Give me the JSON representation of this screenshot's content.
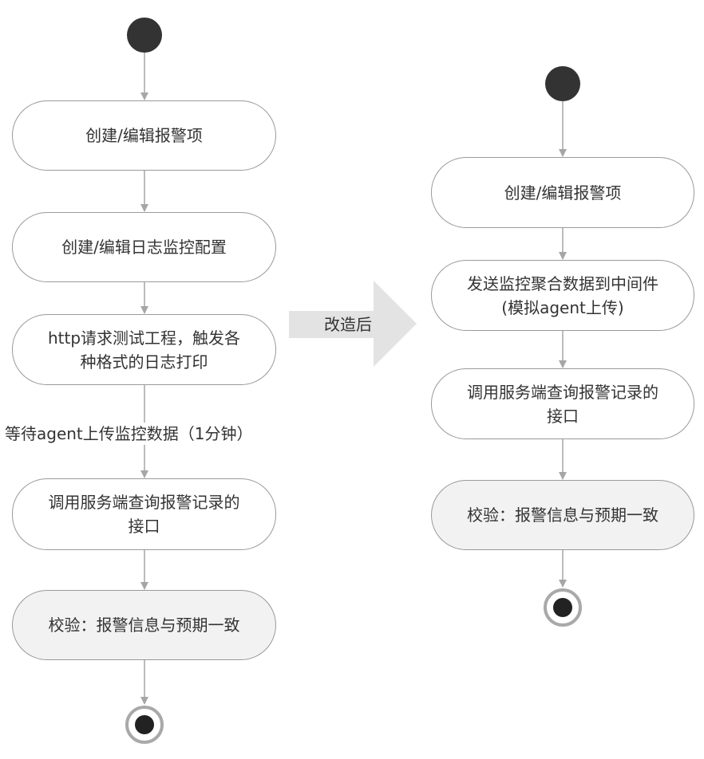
{
  "left_flow": {
    "steps": [
      "创建/编辑报警项",
      "创建/编辑日志监控配置",
      "http请求测试工程，触发各\n种格式的日志打印",
      "调用服务端查询报警记录的\n接口",
      "校验：报警信息与预期一致"
    ],
    "wait_label": "等待agent上传监控数据（1分钟）"
  },
  "transform_label": "改造后",
  "right_flow": {
    "steps": [
      "创建/编辑报警项",
      "发送监控聚合数据到中间件\n(模拟agent上传)",
      "调用服务端查询报警记录的\n接口",
      "校验：报警信息与预期一致"
    ]
  },
  "colors": {
    "node_border": "#9a9a9a",
    "final_node_fill": "#f2f2f2",
    "connector": "#a6a6a6",
    "transform_arrow": "#e3e3e3",
    "start_fill": "#333333"
  }
}
